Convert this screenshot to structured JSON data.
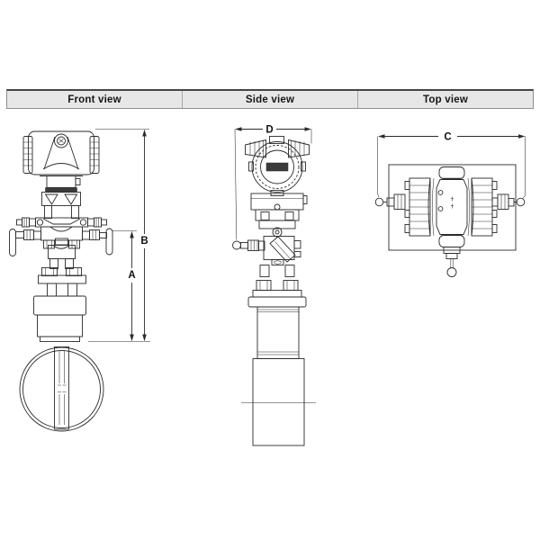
{
  "header": {
    "cells": [
      {
        "label": "Front view"
      },
      {
        "label": "Side view"
      },
      {
        "label": "Top view"
      }
    ]
  },
  "diagram": {
    "dimension_labels": {
      "front_total_height": "B",
      "front_partial_height": "A",
      "top_width": "C",
      "side_width": "D"
    }
  },
  "colors": {
    "line": "#2b2b2b",
    "header_bg": "#e7e7e7",
    "header_border": "#8f8f8f",
    "header_top_border": "#454545",
    "display_fill": "#3a3a3a",
    "background": "#ffffff"
  }
}
